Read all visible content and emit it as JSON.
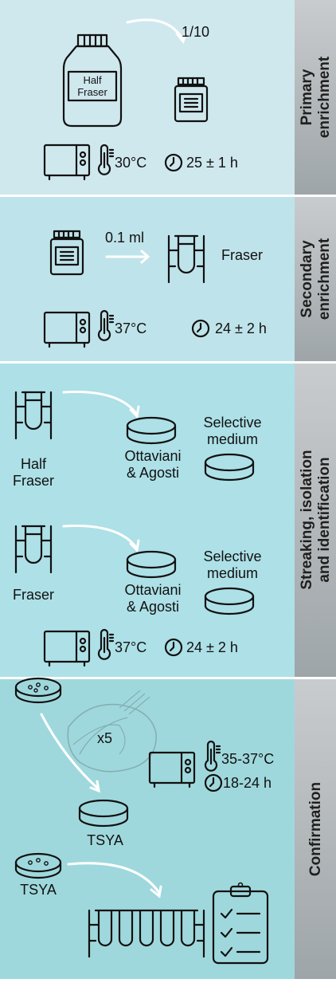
{
  "colors": {
    "panel1": "#cfe8ee",
    "panel2": "#bfe3ea",
    "panel3": "#ade0e7",
    "panel4": "#9fd8dc",
    "label_bar_top": "#c9ccce",
    "label_bar_bottom": "#9ea5a8",
    "separator": "#ffffff"
  },
  "sections": {
    "primary": {
      "label_line1": "Primary",
      "label_line2": "enrichment",
      "dilution": "1/10",
      "bottle_line1": "Half",
      "bottle_line2": "Fraser",
      "temp": "30°C",
      "time": "25 ± 1 h"
    },
    "secondary": {
      "label_line1": "Secondary",
      "label_line2": "enrichment",
      "volume": "0.1 ml",
      "tube_label": "Fraser",
      "temp": "37°C",
      "time": "24 ± 2 h"
    },
    "streaking": {
      "label_line1": "Streaking, isolation",
      "label_line2": "and identification",
      "row1": {
        "tube_line1": "Half",
        "tube_line2": "Fraser",
        "dish1_line1": "Ottaviani",
        "dish1_line2": "& Agosti",
        "dish2_line1": "Selective",
        "dish2_line2": "medium"
      },
      "row2": {
        "tube_label": "Fraser",
        "dish1_line1": "Ottaviani",
        "dish1_line2": "& Agosti",
        "dish2_line1": "Selective",
        "dish2_line2": "medium"
      },
      "temp": "37°C",
      "time": "24 ± 2 h"
    },
    "confirmation": {
      "label": "Confirmation",
      "repeat": "x5",
      "temp": "35-37°C",
      "time": "18-24 h",
      "dish_label": "TSYA",
      "dish2_label": "TSYA"
    }
  },
  "icons": [
    "bottle-icon",
    "jar-icon",
    "incubator-icon",
    "thermometer-icon",
    "clock-icon",
    "test-tube-rack-icon",
    "petri-dish-icon",
    "colony-dish-icon",
    "streak-hand-icon",
    "clipboard-checklist-icon"
  ]
}
